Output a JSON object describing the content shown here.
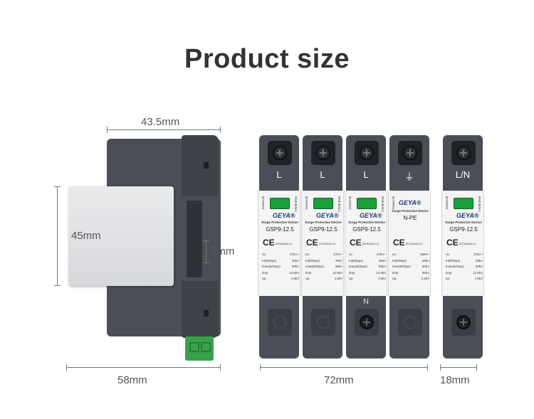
{
  "title": "Product size",
  "dimensions": {
    "depth_top": "43.5mm",
    "height_left": "45mm",
    "small": "7mm",
    "width_bottom": "58mm",
    "modules_width": "72mm",
    "single_width": "18mm"
  },
  "modules": [
    {
      "terminal": "L",
      "name": "GSP9-12.5",
      "bottom": "",
      "bottom_screw": false
    },
    {
      "terminal": "L",
      "name": "GSP9-12.5",
      "bottom": "",
      "bottom_screw": false
    },
    {
      "terminal": "L",
      "name": "GSP9-12.5",
      "bottom": "N",
      "bottom_screw": true
    },
    {
      "terminal": "⏚",
      "name": "N-PE",
      "bottom": "",
      "bottom_screw": false
    }
  ],
  "single_module": {
    "terminal": "L/N",
    "name": "GSP9-12.5",
    "bottom_screw": true
  },
  "label": {
    "brand": "GEYA®",
    "subtitle": "Surge Protective Device",
    "standard": "IEC61643-11",
    "side_left": "Green:ok",
    "side_right": "Red:defect",
    "specs": [
      {
        "k": "Uc",
        "v": "275V~"
      },
      {
        "k": "In(8/20μs)",
        "v": "20kA"
      },
      {
        "k": "Imax(8/20μs)",
        "v": "50kA"
      },
      {
        "k": "Iimp",
        "v": "12.5kA"
      },
      {
        "k": "Up",
        "v": "1.5kV"
      }
    ],
    "npe_specs": [
      {
        "k": "Uc",
        "v": "255V~"
      },
      {
        "k": "In(8/20μs)",
        "v": "20kA"
      },
      {
        "k": "Imax(8/20μs)",
        "v": "50kA"
      },
      {
        "k": "Iimp",
        "v": "50kA"
      },
      {
        "k": "Up",
        "v": "1.5kV"
      }
    ]
  }
}
